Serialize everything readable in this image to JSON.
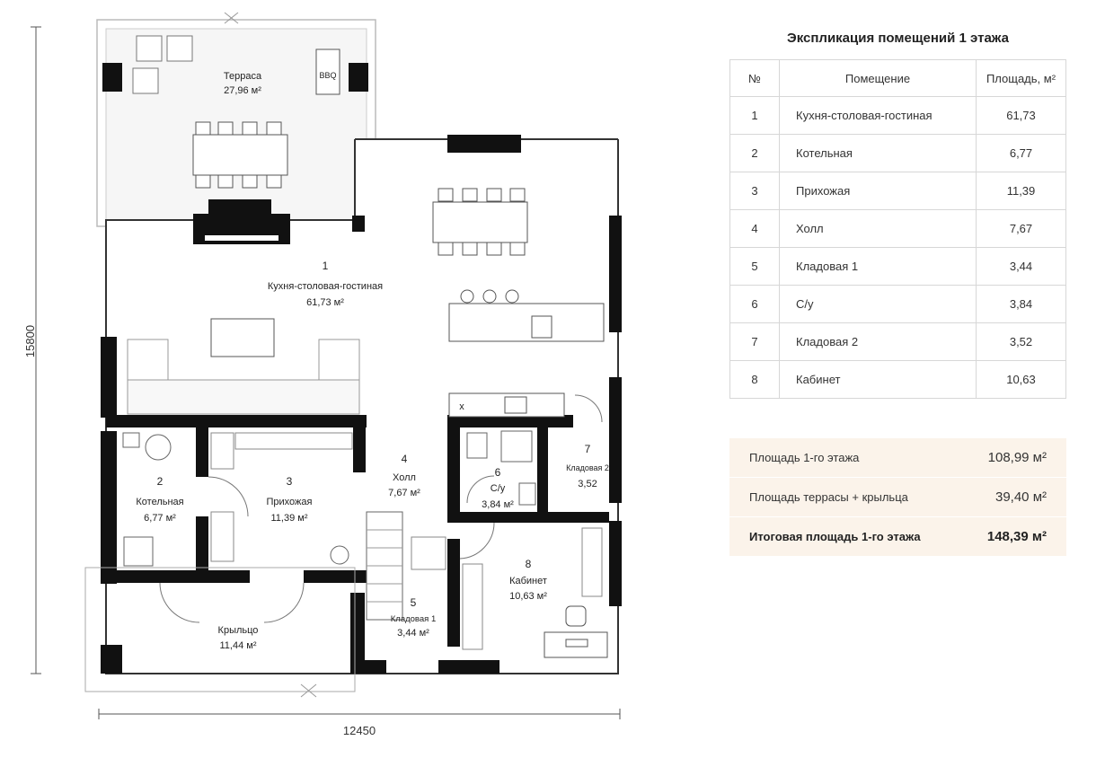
{
  "plan": {
    "dim_width": "12450",
    "dim_height": "15800",
    "bbq": "BBQ",
    "x_mark": "x",
    "rooms": [
      {
        "name": "Терраса",
        "area": "27,96 м²"
      },
      {
        "num": "1",
        "name": "Кухня-столовая-гостиная",
        "area": "61,73 м²"
      },
      {
        "num": "2",
        "name": "Котельная",
        "area": "6,77 м²"
      },
      {
        "num": "3",
        "name": "Прихожая",
        "area": "11,39 м²"
      },
      {
        "num": "4",
        "name": "Холл",
        "area": "7,67 м²"
      },
      {
        "num": "5",
        "name": "Кладовая 1",
        "area": "3,44 м²"
      },
      {
        "num": "6",
        "name": "С/у",
        "area": "3,84 м²"
      },
      {
        "num": "7",
        "name": "Кладовая 2",
        "area": "3,52"
      },
      {
        "num": "8",
        "name": "Кабинет",
        "area": "10,63 м²"
      },
      {
        "name": "Крыльцо",
        "area": "11,44 м²"
      }
    ]
  },
  "explication": {
    "title": "Экспликация помещений 1 этажа",
    "headers": {
      "num": "№",
      "name": "Помещение",
      "area": "Площадь, м²"
    },
    "rows": [
      {
        "num": "1",
        "name": "Кухня-столовая-гостиная",
        "area": "61,73"
      },
      {
        "num": "2",
        "name": "Котельная",
        "area": "6,77"
      },
      {
        "num": "3",
        "name": "Прихожая",
        "area": "11,39"
      },
      {
        "num": "4",
        "name": "Холл",
        "area": "7,67"
      },
      {
        "num": "5",
        "name": "Кладовая 1",
        "area": "3,44"
      },
      {
        "num": "6",
        "name": "С/у",
        "area": "3,84"
      },
      {
        "num": "7",
        "name": "Кладовая 2",
        "area": "3,52"
      },
      {
        "num": "8",
        "name": "Кабинет",
        "area": "10,63"
      }
    ]
  },
  "summary": [
    {
      "label": "Площадь 1-го этажа",
      "value": "108,99 м²"
    },
    {
      "label": "Площадь террасы + крыльца",
      "value": "39,40 м²"
    },
    {
      "label": "Итоговая площадь 1-го этажа",
      "value": "148,39 м²"
    }
  ]
}
